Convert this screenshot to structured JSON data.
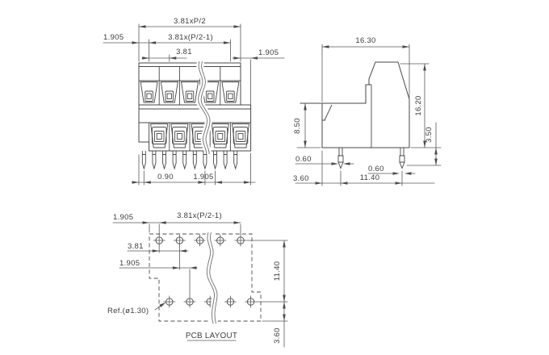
{
  "meta": {
    "background": "#ffffff",
    "line_color": "#474747",
    "dim_color": "#5a5a5a",
    "text_color": "#3d3d3d"
  },
  "front_view": {
    "dim_total_width": "3.81xP/2",
    "dim_span": "3.81x(P/2-1)",
    "dim_pitch": "3.81",
    "dim_left_offset": "1.905",
    "dim_right_offset": "1.905",
    "dim_pin_offset": "0.90",
    "dim_pin_pitch": "1.905"
  },
  "side_view": {
    "dim_width": "16.30",
    "dim_height": "16.20",
    "dim_front_height": "8.50",
    "dim_tail_length": "3.50",
    "dim_pin_width_front": "0.60",
    "dim_pin_width_back": "0.60",
    "dim_edge_to_pin": "3.60",
    "dim_pin_span": "11.40"
  },
  "pcb_layout": {
    "title": "PCB LAYOUT",
    "dim_edge_offset": "1.905",
    "dim_span": "3.81x(P/2-1)",
    "dim_pitch": "3.81",
    "dim_row_offset": "1.905",
    "dim_row_span": "11.40",
    "dim_edge_distance": "3.60",
    "hole_reference": "Ref.(ø1.30)"
  }
}
